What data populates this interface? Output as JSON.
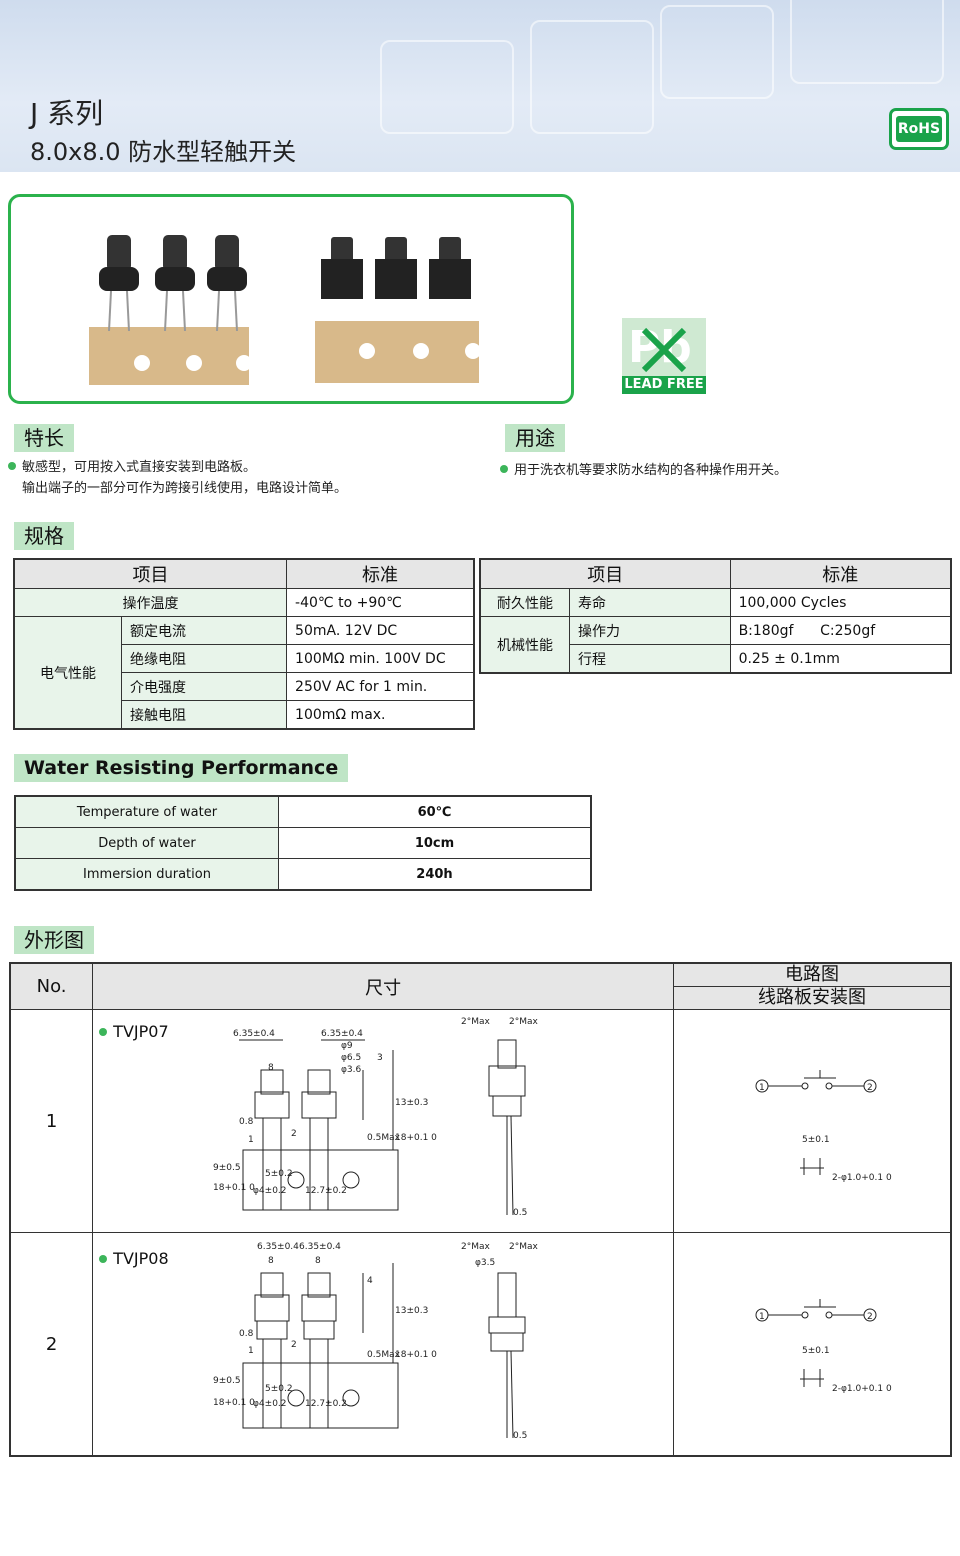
{
  "header": {
    "series": "J 系列",
    "subtitle": "8.0x8.0 防水型轻触开关",
    "rohs": "RoHS"
  },
  "lead_free": {
    "symbol": "Pb",
    "label": "LEAD FREE"
  },
  "features": {
    "title": "特长",
    "lines": [
      "敏感型，可用按入式直接安装到电路板。",
      "输出端子的一部分可作为跨接引线使用，电路设计简单。"
    ]
  },
  "usage": {
    "title": "用途",
    "lines": [
      "用于洗衣机等要求防水结构的各种操作用开关。"
    ]
  },
  "spec": {
    "title": "规格",
    "left": {
      "headers": [
        "项目",
        "标准"
      ],
      "temp_label": "操作温度",
      "temp_value": "-40℃ to +90℃",
      "group": "电气性能",
      "rows": [
        {
          "item": "额定电流",
          "value": "50mA. 12V DC"
        },
        {
          "item": "绝缘电阻",
          "value": "100MΩ min. 100V DC"
        },
        {
          "item": "介电强度",
          "value": "250V AC for 1 min."
        },
        {
          "item": "接触电阻",
          "value": "100mΩ max."
        }
      ]
    },
    "right": {
      "headers": [
        "项目",
        "标准"
      ],
      "endurance_group": "耐久性能",
      "life_item": "寿命",
      "life_value": "100,000 Cycles",
      "mech_group": "机械性能",
      "force_item": "操作力",
      "force_value": "B:180gf      C:250gf",
      "travel_item": "行程",
      "travel_value": "0.25 ± 0.1mm"
    }
  },
  "water": {
    "title": "Water Resisting Performance",
    "rows": [
      {
        "label": "Temperature of water",
        "value": "60℃"
      },
      {
        "label": "Depth of water",
        "value": "10cm"
      },
      {
        "label": "Immersion duration",
        "value": "240h"
      }
    ]
  },
  "outline": {
    "title": "外形图",
    "headers": {
      "no": "No.",
      "dimension": "尺寸",
      "circuit": "电路图",
      "pcb": "线路板安装图"
    },
    "rows": [
      {
        "no": "1",
        "model": "TVJP07"
      },
      {
        "no": "2",
        "model": "TVJP08"
      }
    ],
    "dims": {
      "d635a": "6.35±0.4",
      "d635b": "6.35±0.4",
      "d8": "8",
      "phi9": "φ9",
      "phi65": "φ6.5",
      "phi36": "φ3.6",
      "d3": "3",
      "d13": "13±0.3",
      "d08": "0.8",
      "max05": "0.5Max",
      "d18": "18+0.1 0",
      "d9": "9±0.5",
      "d5": "5±0.2",
      "phi4": "φ4±0.2",
      "d127": "12.7±0.2",
      "d05": "0.5",
      "angle": "2°Max",
      "d4": "4",
      "phi35": "φ3.5",
      "c1": "1",
      "c2": "2",
      "pcb5": "5±0.1",
      "pcbhole": "2-φ1.0+0.1 0"
    }
  }
}
